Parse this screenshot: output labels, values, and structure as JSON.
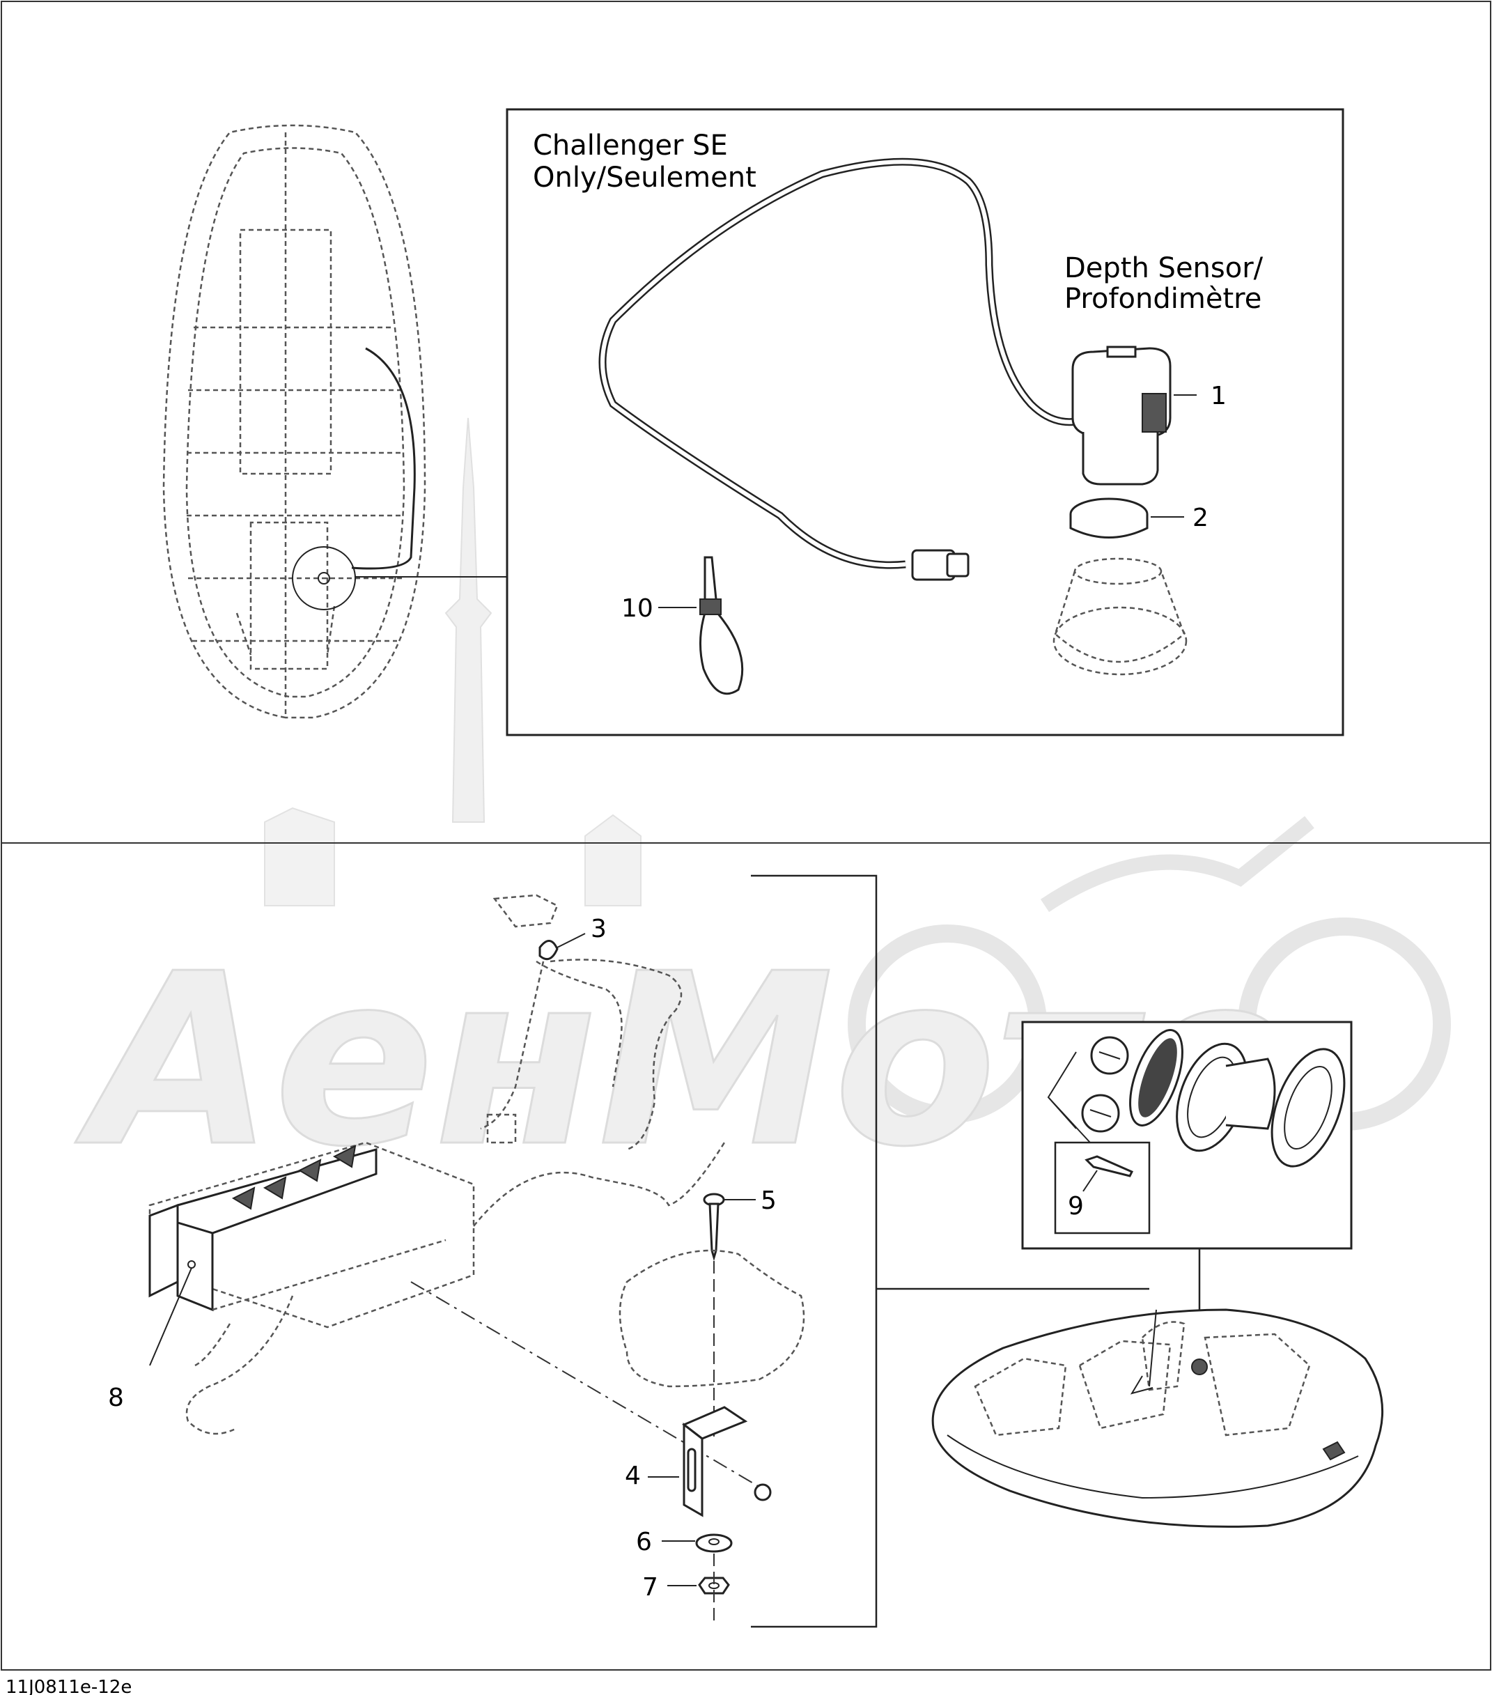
{
  "watermark": {
    "text": "АенМото",
    "color": "#e8e8e8"
  },
  "panel_top": {
    "title_lines": [
      "Challenger SE",
      "Only/Seulement"
    ],
    "sensor_label_lines": [
      "Depth Sensor/",
      "Profondimètre"
    ]
  },
  "callouts": {
    "p1": "1",
    "p2": "2",
    "p3": "3",
    "p4": "4",
    "p5": "5",
    "p6": "6",
    "p7": "7",
    "p8": "8",
    "p9": "9",
    "p10": "10"
  },
  "footer": {
    "ref_code": "11J0811e-12e"
  },
  "icons": {
    "hull_top_view": "boat-hull-top-view-icon",
    "depth_sensor": "depth-sensor-icon",
    "radio_unit": "radio-unit-icon",
    "speaker": "speaker-icon",
    "boat_3d": "boat-perspective-icon"
  }
}
